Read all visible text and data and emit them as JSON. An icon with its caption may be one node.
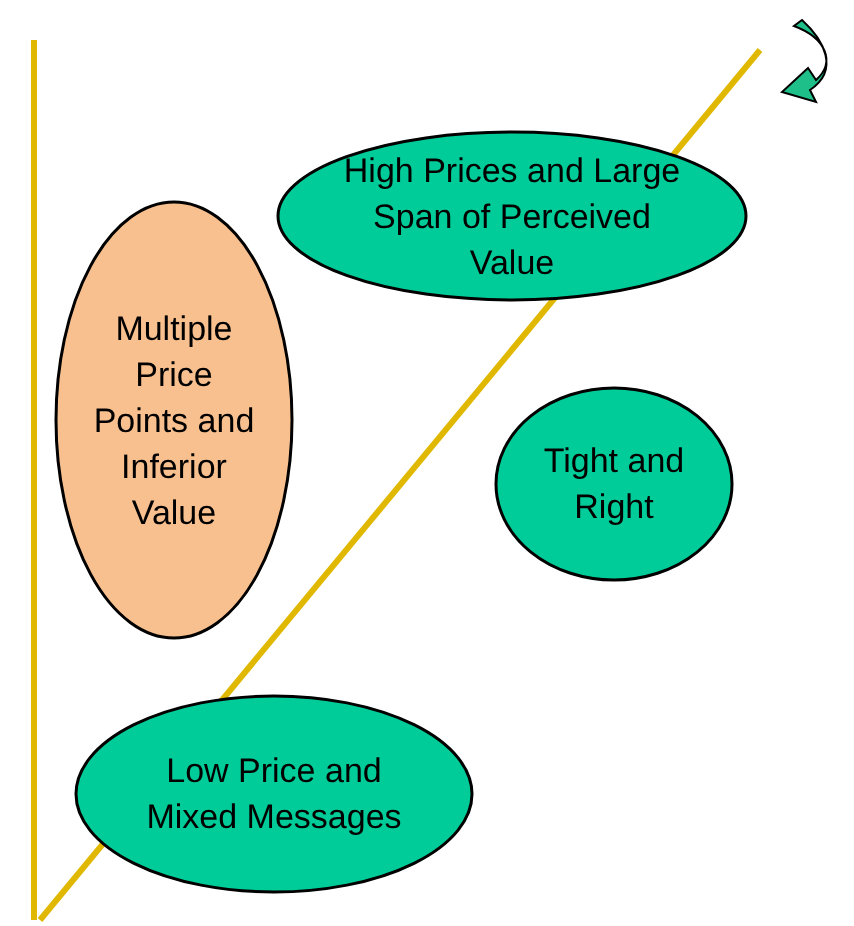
{
  "diagram": {
    "nodes": [
      {
        "text": [
          "High Prices and Large Span of Perceived Value"
        ]
      },
      {
        "text": [
          "Multiple Price Points and Inferior Value"
        ]
      },
      {
        "text": [
          "Tight and Right"
        ]
      },
      {
        "text": [
          "Low Price and Mixed Messages"
        ]
      }
    ]
  }
}
